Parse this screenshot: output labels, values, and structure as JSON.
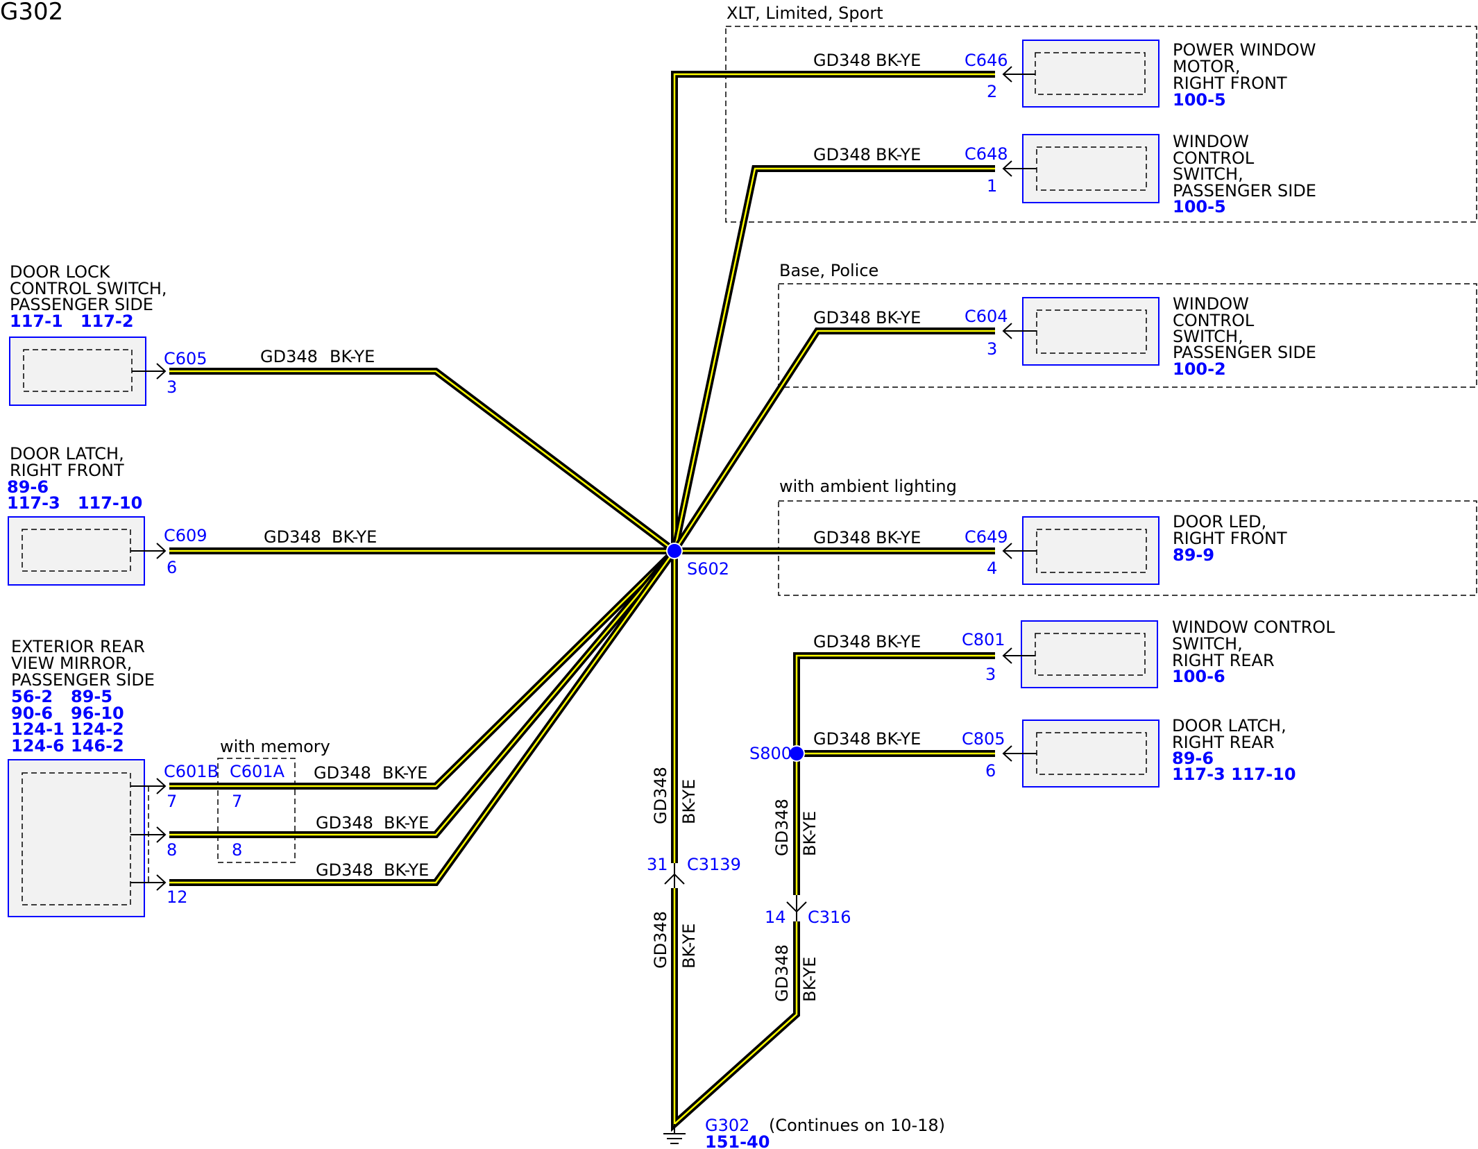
{
  "title": "G302",
  "wire": {
    "circuit": "GD348",
    "color": "BK-YE"
  },
  "option_groups": {
    "xlt": "XLT, Limited, Sport",
    "base": "Base, Police",
    "ambient": "with ambient lighting",
    "memory": "with memory"
  },
  "components": {
    "c646": {
      "lines": [
        "POWER WINDOW",
        "MOTOR,",
        "RIGHT FRONT"
      ],
      "refs": [
        "100-5"
      ],
      "connector": "C646",
      "pin": "2"
    },
    "c648": {
      "lines": [
        "WINDOW",
        "CONTROL",
        "SWITCH,",
        "PASSENGER SIDE"
      ],
      "refs": [
        "100-5"
      ],
      "connector": "C648",
      "pin": "1"
    },
    "c604": {
      "lines": [
        "WINDOW",
        "CONTROL",
        "SWITCH,",
        "PASSENGER SIDE"
      ],
      "refs": [
        "100-2"
      ],
      "connector": "C604",
      "pin": "3"
    },
    "c649": {
      "lines": [
        "DOOR LED,",
        "RIGHT FRONT"
      ],
      "refs": [
        "89-9"
      ],
      "connector": "C649",
      "pin": "4"
    },
    "c801": {
      "lines": [
        "WINDOW CONTROL",
        "SWITCH,",
        "RIGHT REAR"
      ],
      "refs": [
        "100-6"
      ],
      "connector": "C801",
      "pin": "3"
    },
    "c805": {
      "lines": [
        "DOOR LATCH,",
        "RIGHT REAR"
      ],
      "refs": [
        "89-6",
        "117-3   117-10"
      ],
      "connector": "C805",
      "pin": "6"
    },
    "c605": {
      "lines": [
        "DOOR LOCK",
        "CONTROL SWITCH,",
        "PASSENGER SIDE"
      ],
      "refs": [
        "117-1   117-2"
      ],
      "connector": "C605",
      "pin": "3"
    },
    "c609": {
      "lines": [
        "DOOR LATCH,",
        "RIGHT FRONT"
      ],
      "refs": [
        "89-6",
        "117-3   117-10"
      ],
      "connector": "C609",
      "pin": "6"
    },
    "mirror": {
      "lines": [
        "EXTERIOR REAR",
        "VIEW MIRROR,",
        "PASSENGER SIDE"
      ],
      "refs": [
        "56-2",
        "89-5",
        "90-6",
        "96-10",
        "124-1",
        "124-2",
        "124-6",
        "146-2"
      ],
      "connector_b": "C601B",
      "connector_a": "C601A",
      "pins_b": [
        "7",
        "8",
        "12"
      ],
      "pins_a": [
        "7",
        "8"
      ]
    }
  },
  "splices": {
    "s602": "S602",
    "s800": "S800"
  },
  "inline_connectors": {
    "c3139": {
      "name": "C3139",
      "pin": "31"
    },
    "c316": {
      "name": "C316",
      "pin": "14"
    }
  },
  "ground": {
    "name": "G302",
    "ref": "151-40",
    "note": "(Continues on 10-18)"
  }
}
